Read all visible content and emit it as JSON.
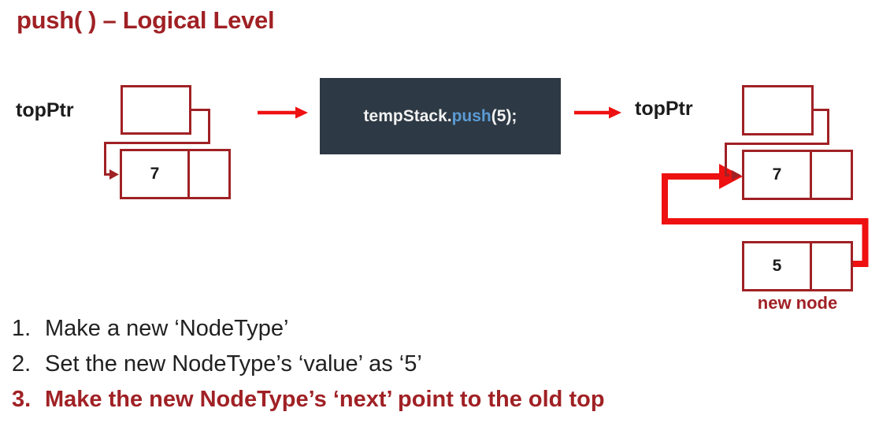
{
  "title": "push( ) – Logical Level",
  "colors": {
    "dark_red": "#A02125",
    "bright_red": "#EE1111",
    "code_bg": "#2D3944",
    "code_blue": "#5B9BD5",
    "text_black": "#1C1C1C"
  },
  "left_diagram": {
    "pointer_label": "topPtr",
    "node_value": "7"
  },
  "code_box": {
    "segments": [
      {
        "text": "tempStack.",
        "role": "plain"
      },
      {
        "text": "push",
        "role": "method"
      },
      {
        "text": "(5);",
        "role": "plain"
      }
    ]
  },
  "right_diagram": {
    "pointer_label": "topPtr",
    "old_node_value": "7",
    "new_node_value": "5",
    "new_node_caption": "new node"
  },
  "steps": [
    {
      "number": "1.",
      "text": "Make a new ‘NodeType’",
      "emphasized": false
    },
    {
      "number": "2.",
      "text": "Set the new NodeType’s ‘value’ as ‘5’",
      "emphasized": false
    },
    {
      "number": "3.",
      "text": "Make the new NodeType’s ‘next’ point to the old top",
      "emphasized": true
    }
  ]
}
